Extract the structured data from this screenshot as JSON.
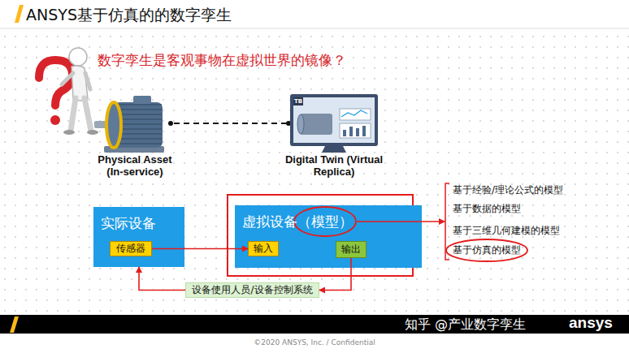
{
  "diagram": {
    "title": "ANSYS基于仿真的的数字孪生",
    "nodes": [
      {
        "text": [
          "实际设备"
        ]
      },
      {
        "text": [
          "传感器"
        ],
        "in": 0
      },
      {
        "text": [
          "虚拟设备（模型）"
        ]
      },
      {
        "text": [
          "输入"
        ],
        "in": 2
      },
      {
        "text": [
          "输出"
        ],
        "in": 2
      },
      {
        "text": [
          "设备使用人员/设备控制系统"
        ]
      }
    ],
    "edges": [
      {
        "from": 1,
        "to": 3,
        "arrow": "to"
      },
      {
        "from": 4,
        "to": 5,
        "arrow": "to"
      },
      {
        "from": 5,
        "to": 0,
        "arrow": "to"
      }
    ],
    "labels": [
      "数字孪生是客观事物在虚拟世界的镜像？",
      "Physical Asset (In-service)",
      "Digital Twin (Virtual Replica)",
      "基于经验/理论公式的模型",
      "基于数据的模型",
      "基于三维几何建模的模型",
      "基于仿真的模型",
      "知乎 @产业数字孪生",
      "ansys",
      "©2020 ANSYS, Inc. / Confidential",
      "TB"
    ]
  }
}
